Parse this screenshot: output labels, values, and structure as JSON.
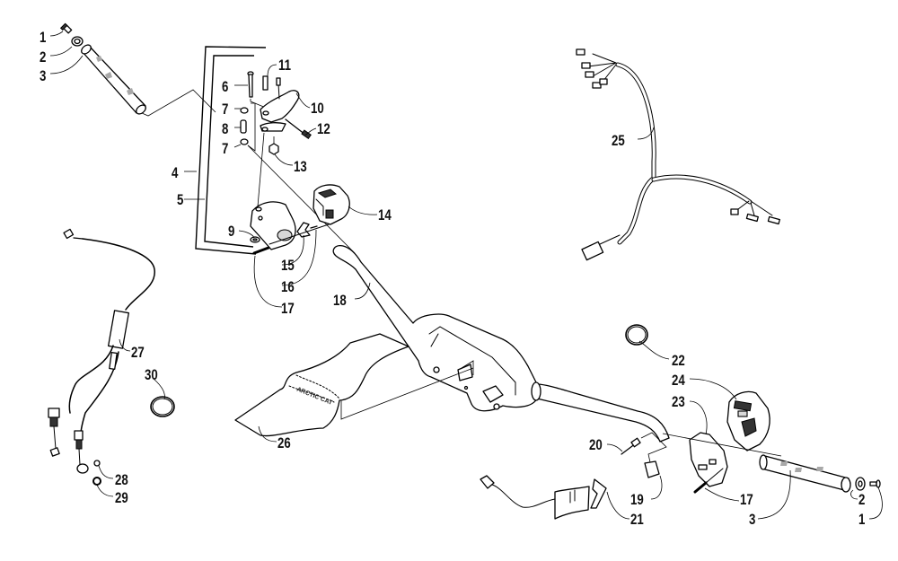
{
  "diagram": {
    "title": "",
    "kind": "exploded parts diagram - handlebar assembly",
    "colors": {
      "line": "#000000",
      "background": "#ffffff",
      "grip_pattern": "#a8a8a8"
    },
    "callouts": [
      {
        "id": "c1a",
        "label": "1",
        "part": "grip-end-screw-left"
      },
      {
        "id": "c2a",
        "label": "2",
        "part": "grip-end-washer-left"
      },
      {
        "id": "c3a",
        "label": "3",
        "part": "handlebar-grip-left"
      },
      {
        "id": "c4",
        "label": "4",
        "part": "brake-lever-assembly-bracket-outer"
      },
      {
        "id": "c5",
        "label": "5",
        "part": "brake-lever-assembly-bracket-inner"
      },
      {
        "id": "c6",
        "label": "6",
        "part": "pivot-bolt"
      },
      {
        "id": "c7a",
        "label": "7",
        "part": "washer-upper"
      },
      {
        "id": "c8",
        "label": "8",
        "part": "bushing"
      },
      {
        "id": "c7b",
        "label": "7",
        "part": "washer-lower"
      },
      {
        "id": "c9",
        "label": "9",
        "part": "lock-nut"
      },
      {
        "id": "c10",
        "label": "10",
        "part": "brake-lever"
      },
      {
        "id": "c11",
        "label": "11",
        "part": "spring-pin"
      },
      {
        "id": "c12",
        "label": "12",
        "part": "brake-light-switch"
      },
      {
        "id": "c13",
        "label": "13",
        "part": "nut"
      },
      {
        "id": "c14",
        "label": "14",
        "part": "left-switch-housing"
      },
      {
        "id": "c15",
        "label": "15",
        "part": "parking-brake-lever"
      },
      {
        "id": "c16",
        "label": "16",
        "part": "screw"
      },
      {
        "id": "c17a",
        "label": "17",
        "part": "screw-left"
      },
      {
        "id": "c18",
        "label": "18",
        "part": "handlebar"
      },
      {
        "id": "c19",
        "label": "19",
        "part": "rubber-plug"
      },
      {
        "id": "c20",
        "label": "20",
        "part": "thumb-warmer-screw"
      },
      {
        "id": "c21",
        "label": "21",
        "part": "thumb-warmer-element"
      },
      {
        "id": "c22",
        "label": "22",
        "part": "retaining-ring"
      },
      {
        "id": "c23",
        "label": "23",
        "part": "throttle-housing"
      },
      {
        "id": "c24",
        "label": "24",
        "part": "right-switch-housing"
      },
      {
        "id": "c17b",
        "label": "17",
        "part": "screw-right"
      },
      {
        "id": "c3b",
        "label": "3",
        "part": "handlebar-grip-right"
      },
      {
        "id": "c2b",
        "label": "2",
        "part": "grip-end-washer-right"
      },
      {
        "id": "c1b",
        "label": "1",
        "part": "grip-end-screw-right"
      },
      {
        "id": "c25",
        "label": "25",
        "part": "handlebar-wiring-harness"
      },
      {
        "id": "c26",
        "label": "26",
        "part": "handlebar-pad"
      },
      {
        "id": "c27",
        "label": "27",
        "part": "throttle-cable"
      },
      {
        "id": "c28",
        "label": "28",
        "part": "retainer-clip"
      },
      {
        "id": "c29",
        "label": "29",
        "part": "o-ring"
      },
      {
        "id": "c30",
        "label": "30",
        "part": "cable-tie-ring"
      }
    ],
    "pad_logo_text": "ARCTIC CAT"
  }
}
